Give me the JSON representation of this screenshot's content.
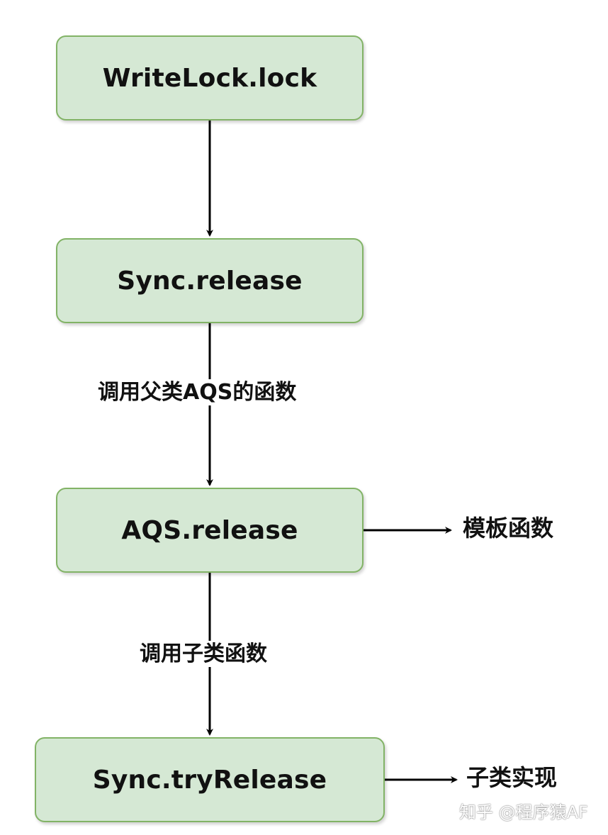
{
  "diagram": {
    "nodes": [
      {
        "id": "writelock",
        "label": "WriteLock.lock"
      },
      {
        "id": "sync_release",
        "label": "Sync.release"
      },
      {
        "id": "aqs_release",
        "label": "AQS.release"
      },
      {
        "id": "try_release",
        "label": "Sync.tryRelease"
      }
    ],
    "edge_labels": {
      "call_parent": "调用父类AQS的函数",
      "call_child": "调用子类函数"
    },
    "side_labels": {
      "template": "模板函数",
      "subclass_impl": "子类实现"
    },
    "colors": {
      "node_fill": "#d5e8d4",
      "node_border": "#82b366",
      "arrow": "#000000"
    }
  },
  "watermark": "知乎 @程序猿AF"
}
